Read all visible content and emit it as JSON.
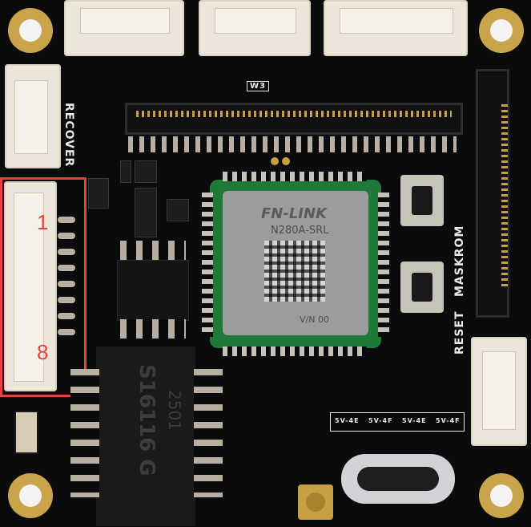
{
  "board": {
    "module_brand": "FN-LINK",
    "module_model": "N280A-SRL",
    "module_code": "V/N 00",
    "chip_label_1": "S16116 G",
    "chip_label_2": "2501",
    "label_recover": "RECOVER",
    "label_reset": "RESET",
    "label_maskrom": "MASKROM",
    "label_w3": "W3",
    "power_labels": [
      "5V-4E",
      "5V-4F",
      "5V-4E",
      "5V-4F"
    ]
  },
  "annotation": {
    "pin_first": "1",
    "pin_last": "8",
    "color": "#e4433f"
  }
}
